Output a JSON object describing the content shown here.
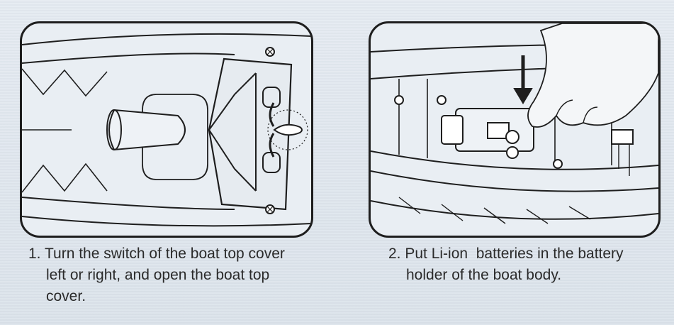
{
  "steps": [
    {
      "number": "1.",
      "lines": [
        "Turn the switch of the boat top cover",
        "left or right, and open the boat top",
        "cover."
      ]
    },
    {
      "number": "2.",
      "lines": [
        "Put Li-ion  batteries in the battery",
        "holder of the boat body."
      ]
    }
  ],
  "colors": {
    "ink": "#1e1e1e",
    "paper": "#e9eef3",
    "page": "#dfe6ee"
  }
}
